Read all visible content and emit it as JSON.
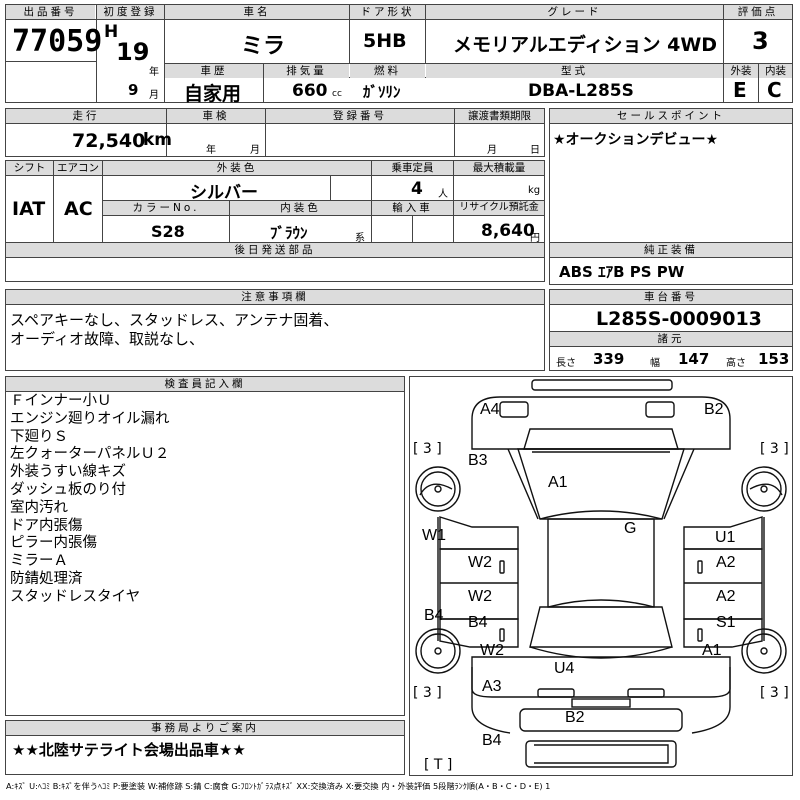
{
  "header": {
    "lot_label": "出品番号",
    "lot_number": "77059",
    "first_reg_label": "初度登録",
    "era": "H",
    "year": "19",
    "year_unit": "年",
    "month": "9",
    "month_unit": "月",
    "car_name_label": "車名",
    "car_name": "ミラ",
    "door_label": "ドア形状",
    "door": "5HB",
    "grade_label": "グレード",
    "grade": "メモリアルエディション 4WD",
    "score_label": "評価点",
    "score": "3",
    "history_label": "車歴",
    "history": "自家用",
    "displacement_label": "排気量",
    "displacement": "660",
    "displacement_unit": "cc",
    "fuel_label": "燃料",
    "fuel": "ｶﾞｿﾘﾝ",
    "model_label": "型式",
    "model": "DBA-L285S",
    "ext_grade_label": "外装",
    "ext_grade": "E",
    "int_grade_label": "内装",
    "int_grade": "C"
  },
  "row2": {
    "mileage_label": "走行",
    "mileage": "72,540",
    "mileage_unit": "km",
    "inspection_label": "車検",
    "year_unit": "年",
    "month_unit": "月",
    "reg_no_label": "登録番号",
    "transfer_label": "譲渡書類期限",
    "month_unit2": "月",
    "day_unit": "日",
    "selling_label": "セールスポイント",
    "selling": "★オークションデビュー★"
  },
  "row3": {
    "shift_label": "シフト",
    "shift": "IAT",
    "ac_label": "エアコン",
    "ac": "AC",
    "ext_color_label": "外装色",
    "ext_color": "シルバー",
    "seats_label": "乗車定員",
    "seats": "4",
    "seats_unit": "人",
    "load_label": "最大積載量",
    "load_unit": "kg",
    "color_no_label": "カラーNo.",
    "color_no": "S28",
    "int_color_label": "内装色",
    "int_color": "ﾌﾞﾗｳﾝ",
    "int_color_unit": "系",
    "import_label": "輸入車",
    "recycle_label": "リサイクル預託金",
    "recycle": "8,640",
    "recycle_unit": "円",
    "later_label": "後日発送部品",
    "equipment_label": "純正装備",
    "equipment": "ABS ｴｱB PS PW"
  },
  "notes": {
    "label": "注意事項欄",
    "line1": "スペアキーなし、スタッドレス、アンテナ固着、",
    "line2": "オーディオ故障、取説なし、",
    "chassis_label": "車台番号",
    "chassis": "L285S-0009013",
    "spec_label": "諸元",
    "length_label": "長さ",
    "length": "339",
    "width_label": "幅",
    "width": "147",
    "height_label": "高さ",
    "height": "153"
  },
  "inspector": {
    "label": "検査員記入欄",
    "lines": [
      "Ｆインナー小Ｕ",
      "エンジン廻りオイル漏れ",
      "下廻りＳ",
      "左クォーターパネルＵ２",
      "外装うすい線キズ",
      "ダッシュ板のり付",
      "室内汚れ",
      "ドア内張傷",
      "ピラー内張傷",
      "ミラーＡ",
      "防錆処理済",
      "スタッドレスタイヤ"
    ]
  },
  "office": {
    "label": "事務局よりご案内",
    "text": "★★北陸サテライト会場出品車★★"
  },
  "diagram": {
    "marks": [
      "A4",
      "B2",
      "B3",
      "A1",
      "G",
      "W1",
      "U1",
      "W2",
      "A2",
      "W2",
      "A2",
      "B4",
      "B4",
      "S1",
      "W2",
      "A1",
      "U4",
      "A3",
      "B2",
      "B4"
    ],
    "tires": [
      "[ 3 ]",
      "[ 3 ]",
      "[ 3 ]",
      "[ 3 ]",
      "[ T ]"
    ]
  },
  "legend": "A:ｷｽﾞ U:ﾍｺﾐ B:ｷｽﾞを伴うﾍｺﾐ P:要塗装 W:補修跡 S:錆 C:腐食 G:ﾌﾛﾝﾄｶﾞﾗｽ点ｷｽﾞ XX:交換済み X:要交換 内・外装評価 5段階ﾗﾝｸ順(A・B・C・D・E) 1"
}
